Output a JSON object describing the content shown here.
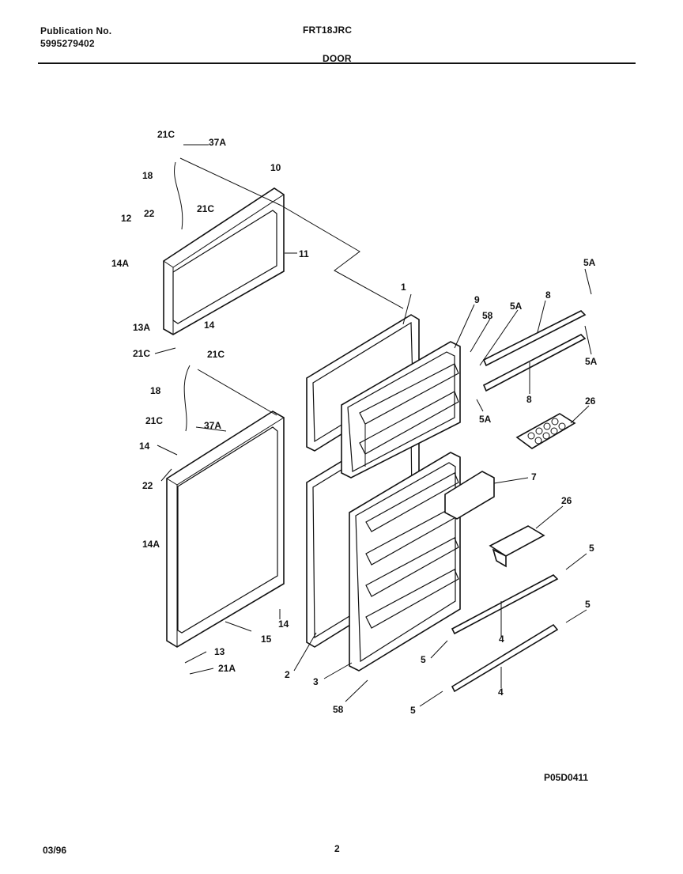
{
  "header": {
    "publication_label": "Publication No.",
    "publication_number": "5995279402",
    "model": "FRT18JRC",
    "section": "DOOR"
  },
  "diagram_code": "P05D0411",
  "footer": {
    "date": "03/96",
    "page": "2"
  },
  "callouts": [
    {
      "id": "c-21c-a",
      "text": "21C"
    },
    {
      "id": "c-37a-a",
      "text": "37A"
    },
    {
      "id": "c-10",
      "text": "10"
    },
    {
      "id": "c-18-a",
      "text": "18"
    },
    {
      "id": "c-21c-b",
      "text": "21C"
    },
    {
      "id": "c-12",
      "text": "12"
    },
    {
      "id": "c-22-a",
      "text": "22"
    },
    {
      "id": "c-11",
      "text": "11"
    },
    {
      "id": "c-14a-a",
      "text": "14A"
    },
    {
      "id": "c-13a",
      "text": "13A"
    },
    {
      "id": "c-14-a",
      "text": "14"
    },
    {
      "id": "c-21c-c",
      "text": "21C"
    },
    {
      "id": "c-21c-d",
      "text": "21C"
    },
    {
      "id": "c-18-b",
      "text": "18"
    },
    {
      "id": "c-21c-e",
      "text": "21C"
    },
    {
      "id": "c-37a-b",
      "text": "37A"
    },
    {
      "id": "c-14-b",
      "text": "14"
    },
    {
      "id": "c-22-b",
      "text": "22"
    },
    {
      "id": "c-14a-b",
      "text": "14A"
    },
    {
      "id": "c-15",
      "text": "15"
    },
    {
      "id": "c-14-c",
      "text": "14"
    },
    {
      "id": "c-13",
      "text": "13"
    },
    {
      "id": "c-21a",
      "text": "21A"
    },
    {
      "id": "c-1",
      "text": "1"
    },
    {
      "id": "c-2",
      "text": "2"
    },
    {
      "id": "c-3",
      "text": "3"
    },
    {
      "id": "c-58-a",
      "text": "58"
    },
    {
      "id": "c-9",
      "text": "9"
    },
    {
      "id": "c-58-b",
      "text": "58"
    },
    {
      "id": "c-5a-a",
      "text": "5A"
    },
    {
      "id": "c-8-a",
      "text": "8"
    },
    {
      "id": "c-5a-b",
      "text": "5A"
    },
    {
      "id": "c-5a-c",
      "text": "5A"
    },
    {
      "id": "c-8-b",
      "text": "8"
    },
    {
      "id": "c-5a-d",
      "text": "5A"
    },
    {
      "id": "c-26-a",
      "text": "26"
    },
    {
      "id": "c-7",
      "text": "7"
    },
    {
      "id": "c-26-b",
      "text": "26"
    },
    {
      "id": "c-5-a",
      "text": "5"
    },
    {
      "id": "c-5-b",
      "text": "5"
    },
    {
      "id": "c-4-a",
      "text": "4"
    },
    {
      "id": "c-5-c",
      "text": "5"
    },
    {
      "id": "c-4-b",
      "text": "4"
    },
    {
      "id": "c-5-d",
      "text": "5"
    }
  ]
}
